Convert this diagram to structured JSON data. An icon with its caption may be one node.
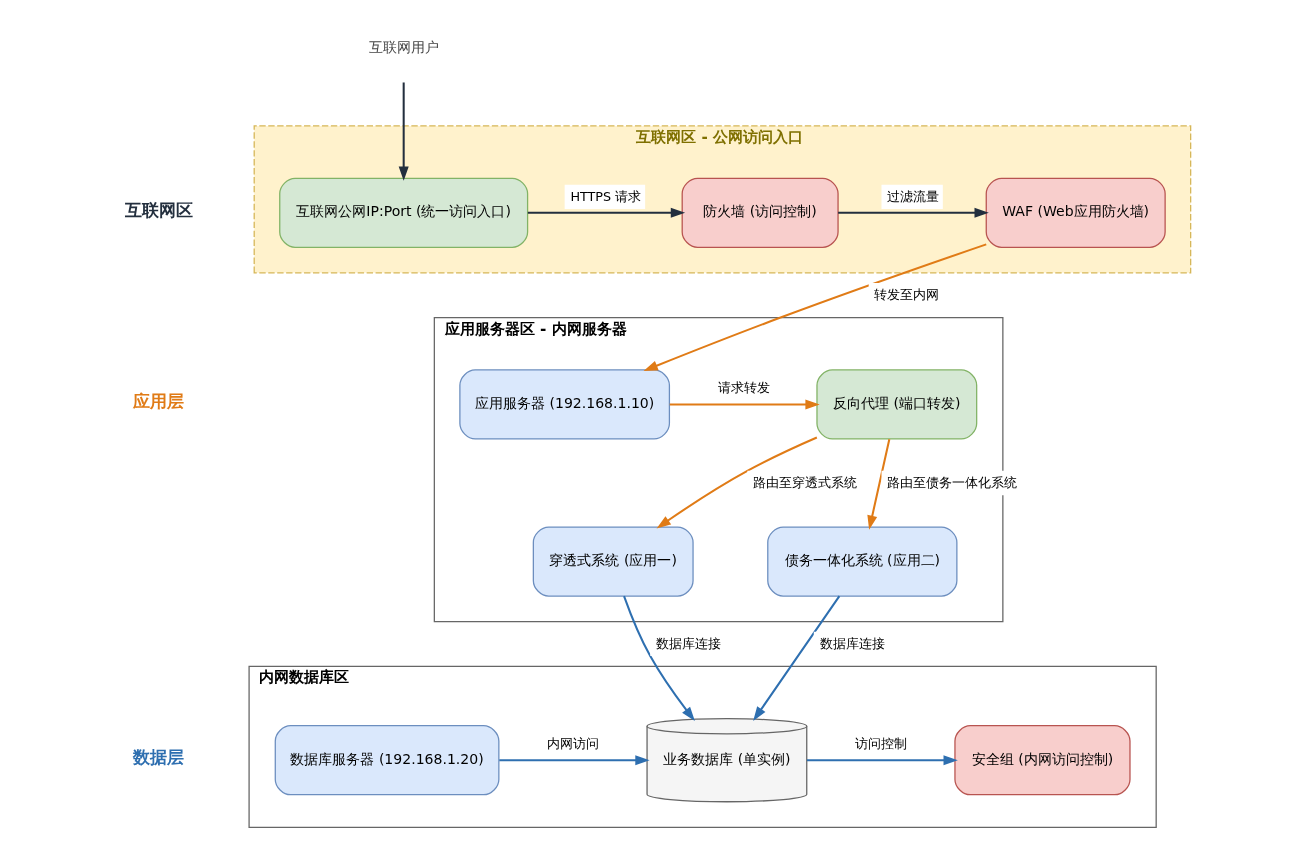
{
  "diagram": {
    "nodes": [
      {
        "text": [
          "互联网用户"
        ]
      },
      {
        "text": [
          "互联网区 - 公网访问入口"
        ]
      },
      {
        "text": [
          "互联网公网IP:Port (统一访问入口)"
        ],
        "in": 1
      },
      {
        "text": [
          "防火墙 (访问控制)"
        ],
        "in": 1
      },
      {
        "text": [
          "WAF (Web应用防火墙)"
        ],
        "in": 1
      },
      {
        "text": [
          "应用服务器区 - 内网服务器"
        ]
      },
      {
        "text": [
          "应用服务器 (192.168.1.10)"
        ],
        "in": 5
      },
      {
        "text": [
          "反向代理 (端口转发)"
        ],
        "in": 5
      },
      {
        "text": [
          "穿透式系统 (应用一)"
        ],
        "in": 5
      },
      {
        "text": [
          "债务一体化系统 (应用二)"
        ],
        "in": 5
      },
      {
        "text": [
          "内网数据库区"
        ]
      },
      {
        "text": [
          "数据库服务器 (192.168.1.20)"
        ],
        "in": 10
      },
      {
        "text": [
          "业务数据库 (单实例)"
        ],
        "in": 10
      },
      {
        "text": [
          "安全组 (内网访问控制)"
        ],
        "in": 10
      }
    ],
    "edges": [
      {
        "from": 0,
        "to": 2,
        "arrow": "to",
        "color": "#232f3e"
      },
      {
        "from": 2,
        "to": 3,
        "arrow": "to",
        "label": "HTTPS 请求",
        "color": "#232f3e"
      },
      {
        "from": 3,
        "to": 4,
        "arrow": "to",
        "label": "过滤流量",
        "color": "#232f3e"
      },
      {
        "from": 4,
        "to": 6,
        "arrow": "to",
        "label": "转发至内网",
        "color": "#e07b16"
      },
      {
        "from": 6,
        "to": 7,
        "arrow": "to",
        "label": "请求转发",
        "color": "#e07b16"
      },
      {
        "from": 7,
        "to": 8,
        "arrow": "to",
        "label": "路由至穿透式系统",
        "color": "#e07b16"
      },
      {
        "from": 7,
        "to": 9,
        "arrow": "to",
        "label": "路由至债务一体化系统",
        "color": "#e07b16"
      },
      {
        "from": 8,
        "to": 12,
        "arrow": "to",
        "label": "数据库连接",
        "color": "#2e6fb0"
      },
      {
        "from": 9,
        "to": 12,
        "arrow": "to",
        "label": "数据库连接",
        "color": "#2e6fb0"
      },
      {
        "from": 11,
        "to": 12,
        "arrow": "to",
        "label": "内网访问",
        "color": "#2e6fb0"
      },
      {
        "from": 12,
        "to": 13,
        "arrow": "to",
        "label": "访问控制",
        "color": "#2e6fb0"
      }
    ],
    "labels": [
      "互联网区",
      "应用层",
      "数据层"
    ]
  }
}
